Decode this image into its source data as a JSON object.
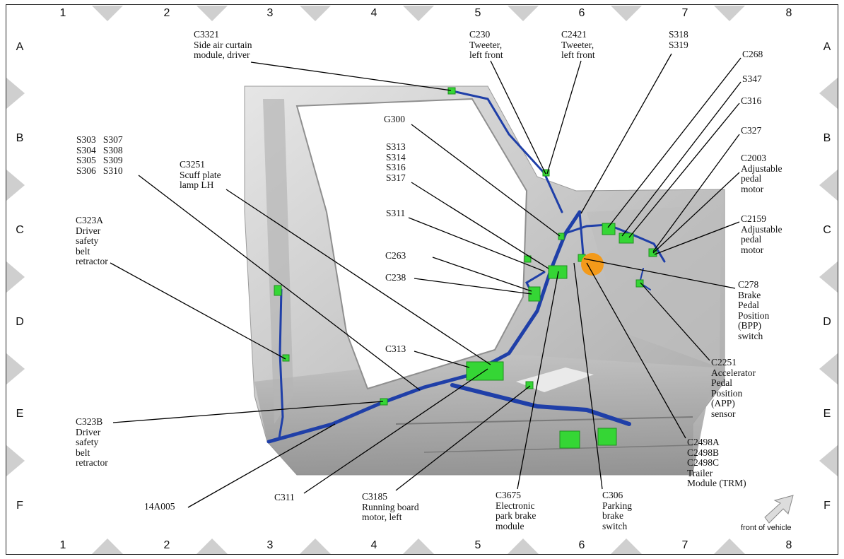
{
  "grid": {
    "columns": [
      "1",
      "2",
      "3",
      "4",
      "5",
      "6",
      "7",
      "8"
    ],
    "rows": [
      "A",
      "B",
      "C",
      "D",
      "E",
      "F"
    ]
  },
  "callouts": {
    "c3321": "C3321\nSide air curtain\nmodule, driver",
    "c230": "C230\nTweeter,\nleft front",
    "c2421": "C2421\nTweeter,\nleft front",
    "s318": "S318\nS319",
    "c268": "C268",
    "s347": "S347",
    "c316": "C316",
    "c327": "C327",
    "c2003": "C2003\nAdjustable\npedal\nmotor",
    "c2159": "C2159\nAdjustable\npedal\nmotor",
    "c278": "C278\nBrake\nPedal\nPosition\n(BPP)\nswitch",
    "c2251": "C2251\nAccelerator\nPedal\nPosition\n(APP)\nsensor",
    "c2498": "C2498A\nC2498B\nC2498C\nTrailer\nModule (TRM)",
    "c306": "C306\nParking\nbrake\nswitch",
    "c3675": "C3675\nElectronic\npark brake\nmodule",
    "c3185": "C3185\nRunning board\nmotor, left",
    "c311": "C311",
    "w14a005": "14A005",
    "c323b": "C323B\nDriver\nsafety\nbelt\nretractor",
    "c323a": "C323A\nDriver\nsafety\nbelt\nretractor",
    "splices_left": "S303   S307\nS304   S308\nS305   S309\nS306   S310",
    "c3251": "C3251\nScuff plate\nlamp LH",
    "g300": "G300",
    "splices_mid": "S313\nS314\nS316\nS317",
    "s311": "S311",
    "c263": "C263",
    "c238": "C238",
    "c313": "C313"
  },
  "front_of_vehicle": "front of vehicle",
  "colors": {
    "harness": "#1f3fa8",
    "connector": "#35d635",
    "body_panel": "#c9c9c9",
    "accent_orange": "#f39a1a"
  }
}
